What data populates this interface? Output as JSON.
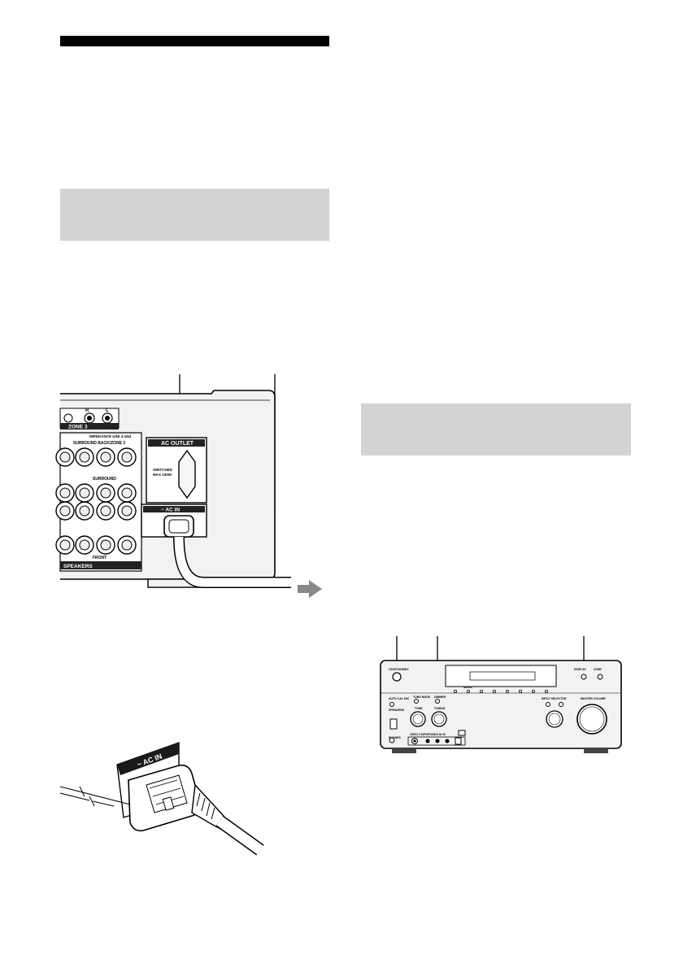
{
  "rear_panel": {
    "zone_label": "ZONE 3",
    "impedance_label": "IMPEDANCE USE 4-16Ω",
    "surround_back_label": "SURROUND BACK/ZONE 2",
    "surround_label": "SURROUND",
    "front_label": "FRONT",
    "speakers_label": "SPEAKERS",
    "ac_outlet_label": "AC OUTLET",
    "switched_label": "SWITCHED",
    "max_label": "MAX 100W",
    "ac_in_label": "~ AC IN",
    "channel_r": "R",
    "channel_l": "L"
  },
  "plug_closeup": {
    "ac_in_label": "~ AC IN"
  },
  "front_panel": {
    "on_standby": "ON/STANDBY",
    "auto_cal": "AUTO CAL MIC",
    "speakers": "SPEAKERS",
    "phones": "PHONES",
    "tone_mode": "TONE MODE",
    "dimmer": "DIMMER",
    "tone": "TONE",
    "tuning": "TUNING",
    "input_selector": "INPUT SELECTOR",
    "master_volume": "MASTER VOLUME",
    "display": "DISPLAY",
    "music": "MUSIC",
    "zone": "ZONE",
    "video_inputs": "VIDEO 2 IN/PORTABLE AV IN"
  }
}
